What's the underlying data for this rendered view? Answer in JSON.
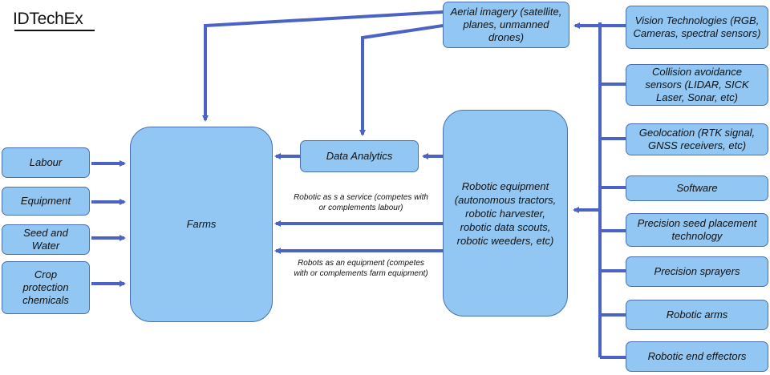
{
  "logo": "IDTechEx",
  "colors": {
    "box_fill": "#91c7f2",
    "box_border": "#4a6fb0",
    "arrow": "#4a63c4"
  },
  "nodes": {
    "farms": "Farms",
    "data_analytics": "Data Analytics",
    "aerial_imagery": "Aerial imagery (satellite, planes, unmanned drones)",
    "robotic_equipment": "Robotic equipment (autonomous tractors, robotic harvester, robotic data scouts, robotic weeders, etc)",
    "labour": "Labour",
    "equipment": "Equipment",
    "seed_water": "Seed and Water",
    "crop_protection": "Crop protection chemicals",
    "vision": "Vision Technologies (RGB, Cameras, spectral sensors)",
    "collision": "Collision avoidance sensors (LIDAR, SICK Laser, Sonar, etc)",
    "geolocation": "Geolocation (RTK signal, GNSS receivers, etc)",
    "software": "Software",
    "seed_placement": "Precision seed placement technology",
    "sprayers": "Precision sprayers",
    "robotic_arms": "Robotic arms",
    "end_effectors": "Robotic end effectors"
  },
  "edge_labels": {
    "raas": "Robotic as s a service (competes with or complements labour)",
    "equipment_model": "Robots as an equipment (competes with or complements farm equipment)"
  }
}
